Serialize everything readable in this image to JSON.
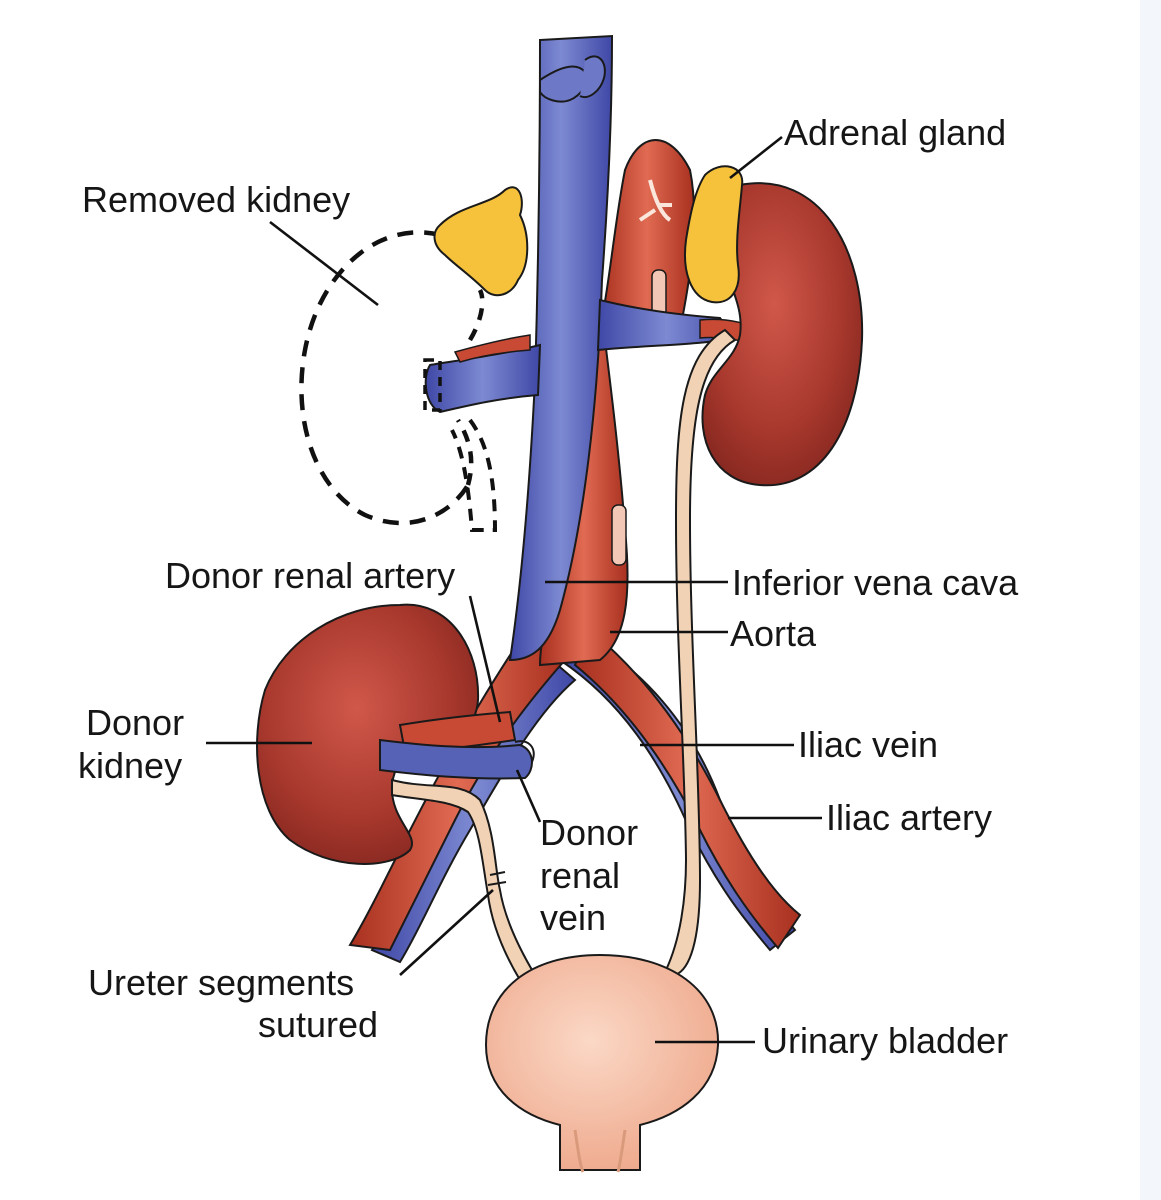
{
  "labels": {
    "adrenal_gland": "Adrenal gland",
    "removed_kidney": "Removed kidney",
    "donor_renal_artery": "Donor renal artery",
    "inferior_vena_cava": "Inferior vena cava",
    "aorta": "Aorta",
    "donor_kidney_line1": "Donor",
    "donor_kidney_line2": "kidney",
    "iliac_vein": "Iliac vein",
    "iliac_artery": "Iliac artery",
    "donor_renal_vein_line1": "Donor",
    "donor_renal_vein_line2": "renal",
    "donor_renal_vein_line3": "vein",
    "ureter_line1": "Ureter segments",
    "ureter_line2": "sutured",
    "urinary_bladder": "Urinary bladder"
  },
  "colors": {
    "vein": "#5662b6",
    "artery": "#c84a35",
    "kidney": "#a33a2e",
    "adrenal": "#f6c23c",
    "ureter": "#f1d2b4",
    "bladder": "#f6bfa3",
    "outline": "#1a1a1a"
  }
}
